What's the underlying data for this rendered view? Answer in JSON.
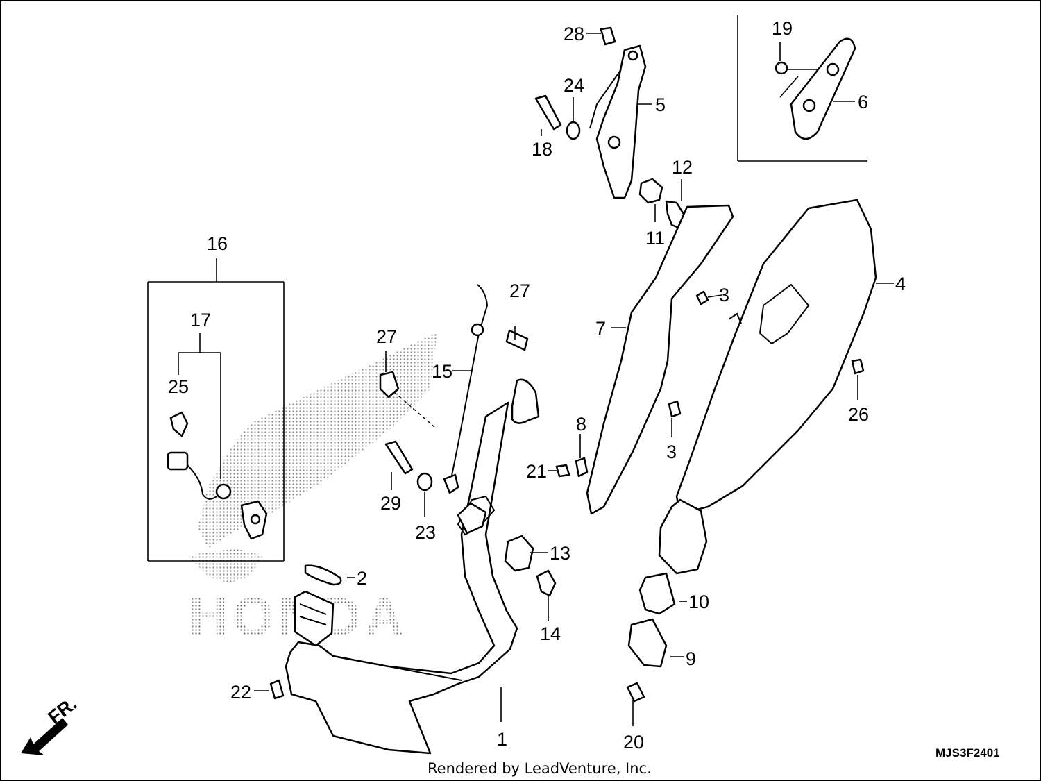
{
  "diagram": {
    "callouts": [
      {
        "id": "c1",
        "text": "1"
      },
      {
        "id": "c2",
        "text": "2"
      },
      {
        "id": "c3a",
        "text": "3"
      },
      {
        "id": "c3b",
        "text": "3"
      },
      {
        "id": "c4",
        "text": "4"
      },
      {
        "id": "c5",
        "text": "5"
      },
      {
        "id": "c6",
        "text": "6"
      },
      {
        "id": "c7",
        "text": "7"
      },
      {
        "id": "c8",
        "text": "8"
      },
      {
        "id": "c9",
        "text": "9"
      },
      {
        "id": "c10",
        "text": "10"
      },
      {
        "id": "c11",
        "text": "11"
      },
      {
        "id": "c12",
        "text": "12"
      },
      {
        "id": "c13",
        "text": "13"
      },
      {
        "id": "c14",
        "text": "14"
      },
      {
        "id": "c15",
        "text": "15"
      },
      {
        "id": "c16",
        "text": "16"
      },
      {
        "id": "c17",
        "text": "17"
      },
      {
        "id": "c18",
        "text": "18"
      },
      {
        "id": "c19",
        "text": "19"
      },
      {
        "id": "c20",
        "text": "20"
      },
      {
        "id": "c21",
        "text": "21"
      },
      {
        "id": "c22",
        "text": "22"
      },
      {
        "id": "c23",
        "text": "23"
      },
      {
        "id": "c24",
        "text": "24"
      },
      {
        "id": "c25",
        "text": "25"
      },
      {
        "id": "c26",
        "text": "26"
      },
      {
        "id": "c27a",
        "text": "27"
      },
      {
        "id": "c27b",
        "text": "27"
      },
      {
        "id": "c28",
        "text": "28"
      },
      {
        "id": "c29",
        "text": "29"
      }
    ],
    "direction_label": "FR.",
    "diagram_code": "MJS3F2401",
    "watermark": "HONDA",
    "credit": "Rendered by LeadVenture, Inc."
  }
}
